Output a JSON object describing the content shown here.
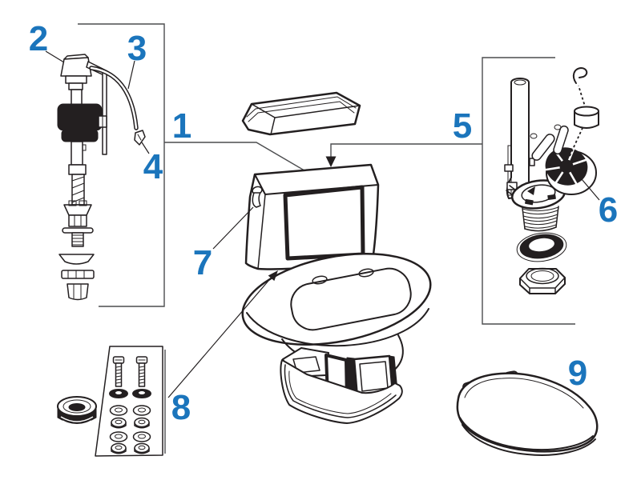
{
  "diagram": {
    "kind": "exploded-parts-diagram",
    "subject": "one-piece toilet repair parts",
    "colors": {
      "callout": "#1b75bc",
      "line": "#231f20",
      "bracket": "#4c4d4f",
      "background": "#ffffff"
    },
    "callouts": [
      {
        "number": "1",
        "part": "tank"
      },
      {
        "number": "2",
        "part": "fill-valve"
      },
      {
        "number": "3",
        "part": "refill-tube"
      },
      {
        "number": "4",
        "part": "refill-tube-clip"
      },
      {
        "number": "5",
        "part": "flush-valve"
      },
      {
        "number": "6",
        "part": "flapper"
      },
      {
        "number": "7",
        "part": "trip-lever"
      },
      {
        "number": "8",
        "part": "tank-to-bowl-hardware-kit"
      },
      {
        "number": "9",
        "part": "toilet-seat"
      }
    ]
  }
}
